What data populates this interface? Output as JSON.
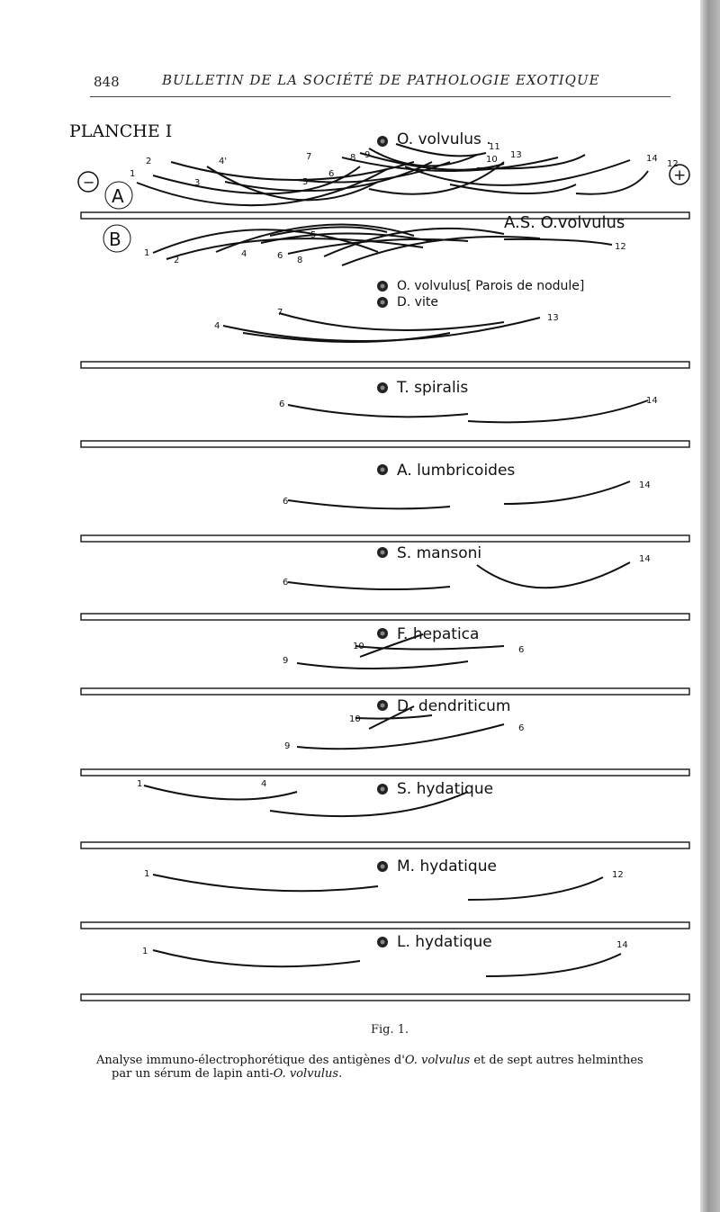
{
  "header": {
    "page_number": "848",
    "running_title": "BULLETIN DE LA SOCIÉTÉ DE PATHOLOGIE EXOTIQUE"
  },
  "plate_title": "PLANCHE I",
  "figure": {
    "electrodes": {
      "minus": "−",
      "plus": "+"
    },
    "panels": [
      {
        "id": "volvulus",
        "labels": [
          "O. volvulus ."
        ],
        "serum_label": "A.S. O.volvulus",
        "sub_a": "A",
        "sub_b": "B",
        "numbers_a": [
          "1",
          "2",
          "3",
          "4'",
          "5",
          "6",
          "7",
          "8",
          "9",
          "10",
          "11",
          "13",
          "14",
          "12"
        ],
        "numbers_b": [
          "1",
          "2",
          "4",
          "5",
          "6",
          "8",
          "12"
        ]
      },
      {
        "id": "parois",
        "labels": [
          "O. volvulus[ Parois de nodule]",
          "D. vite"
        ],
        "numbers": [
          "4",
          "7",
          "13"
        ]
      },
      {
        "id": "spiralis",
        "labels": [
          "T. spiralis"
        ],
        "numbers": [
          "6",
          "14"
        ]
      },
      {
        "id": "lumbricoides",
        "labels": [
          "A. lumbricoides"
        ],
        "numbers": [
          "6",
          "14"
        ]
      },
      {
        "id": "mansoni",
        "labels": [
          "S. mansoni"
        ],
        "numbers": [
          "6",
          "14"
        ]
      },
      {
        "id": "hepatica",
        "labels": [
          "F. hepatica"
        ],
        "numbers": [
          "9",
          "10",
          "6"
        ]
      },
      {
        "id": "dendriticum",
        "labels": [
          "D. dendriticum"
        ],
        "numbers": [
          "9",
          "10",
          "6"
        ]
      },
      {
        "id": "s-hydatique",
        "labels": [
          "S. hydatique"
        ],
        "numbers": [
          "1",
          "4"
        ]
      },
      {
        "id": "m-hydatique",
        "labels": [
          "M. hydatique"
        ],
        "numbers": [
          "1",
          "12"
        ]
      },
      {
        "id": "l-hydatique",
        "labels": [
          "L. hydatique"
        ],
        "numbers": [
          "1",
          "14"
        ]
      }
    ]
  },
  "caption": {
    "fig_label": "Fig. 1.",
    "line1_a": "Analyse immuno-électrophorétique des antigènes d'",
    "line1_i": "O. volvulus",
    "line1_b": " et de sept autres helminthes",
    "line2_a": "par un sérum de lapin anti-",
    "line2_i": "O. volvulus",
    "line2_b": "."
  }
}
